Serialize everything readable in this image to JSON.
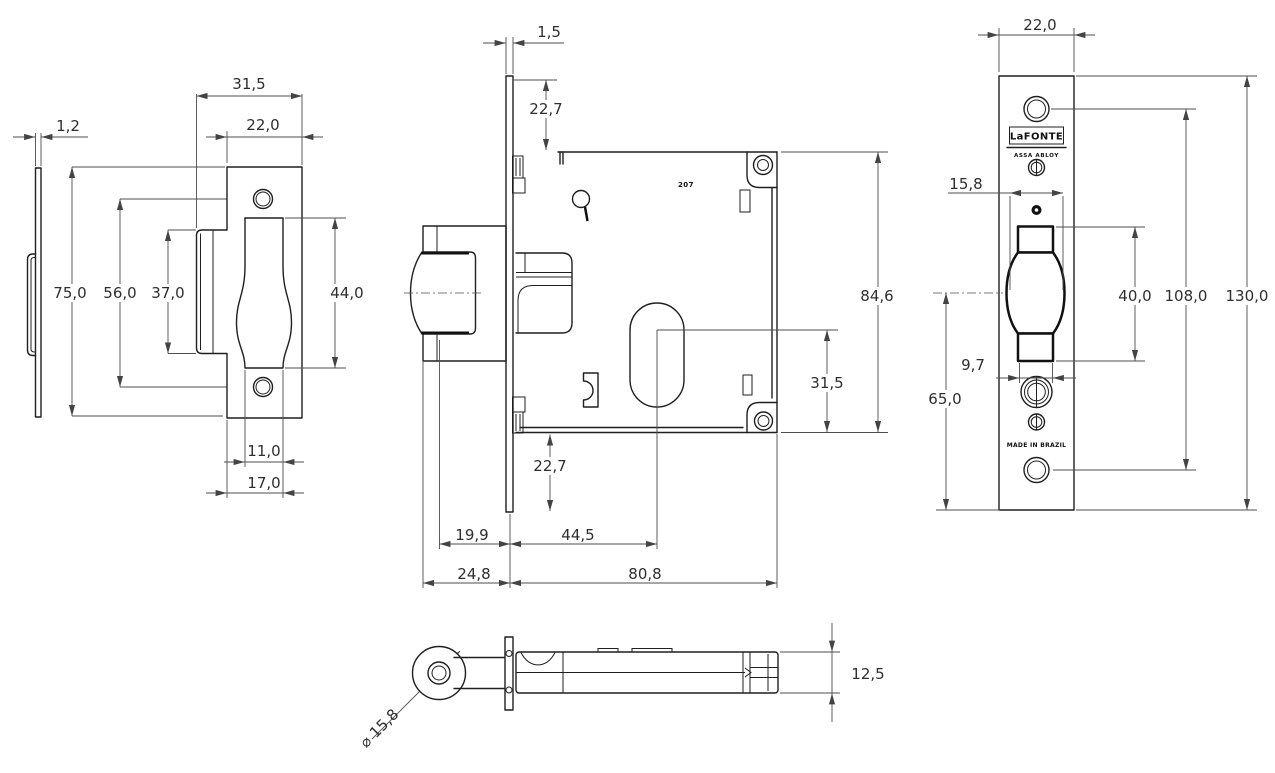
{
  "drawing": {
    "type": "technical-drawing",
    "product": "mortise lock",
    "background": "#ffffff",
    "line_color": "#1f1f1f",
    "dim_color": "#4d4d4d"
  },
  "views": {
    "strike_plate_side": {
      "dims": {
        "plate_thickness": "1,2"
      }
    },
    "strike_plate_front": {
      "dims": {
        "overall_width": "31,5",
        "face_width": "22,0",
        "overall_height": "75,0",
        "screw_hole_spacing": "56,0",
        "lip_height": "37,0",
        "cutout_height": "44,0",
        "cutout_width": "11,0",
        "edge_to_cutout": "17,0"
      }
    },
    "lock_case_side": {
      "stamp": "207",
      "dims": {
        "faceplate_thickness": "1,5",
        "top_offset": "22,7",
        "case_height": "84,6",
        "cylinder_to_bottom": "31,5",
        "bottom_offset": "22,7",
        "latch_center_to_faceplate": "19,9",
        "backset": "44,5",
        "latch_depth": "24,8",
        "case_depth": "80,8"
      }
    },
    "faceplate_front": {
      "brand": "LaFONTE",
      "brand_sub": "ASSA ABLOY",
      "made_in": "MADE IN BRAZIL",
      "dims": {
        "width": "22,0",
        "bolt_width": "15,8",
        "bolt_height": "40,0",
        "hole_spacing": "108,0",
        "height": "130,0",
        "bolt_tail_width": "9,7",
        "bolt_center_to_bottom": "65,0"
      }
    },
    "top_view": {
      "dims": {
        "case_thickness": "12,5",
        "roller_diameter": "⌀ 15,8"
      }
    }
  }
}
